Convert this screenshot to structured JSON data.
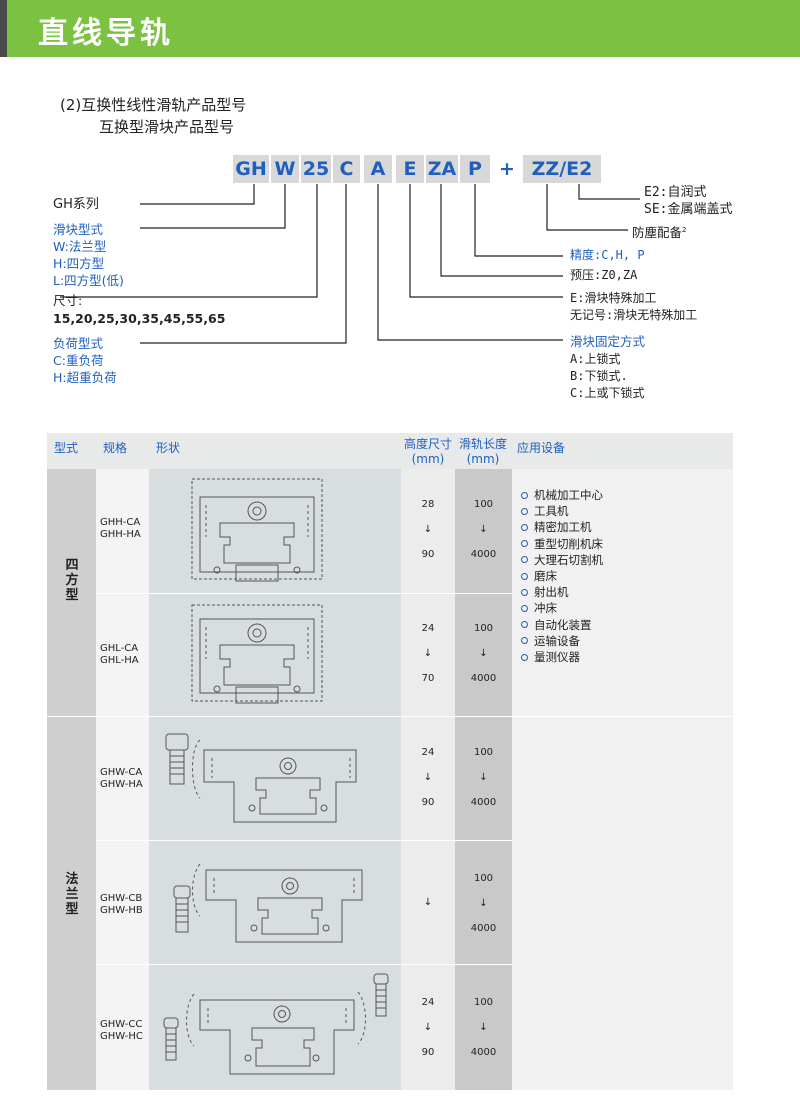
{
  "header": {
    "title": "直线导轨"
  },
  "subtitle": {
    "line1": "(2)互换性线性滑轨产品型号",
    "line2": "互换型滑块产品型号"
  },
  "code": {
    "gh": "GH",
    "w": "W",
    "size": "25",
    "c": "C",
    "a": "A",
    "e": "E",
    "za": "ZA",
    "p": "P",
    "plus": "+",
    "zz": "ZZ/E2"
  },
  "left_labels": {
    "series": "GH系列",
    "block_type_title": "滑块型式",
    "block_type_w": "W:法兰型",
    "block_type_h": "H:四方型",
    "block_type_l": "L:四方型(低)",
    "size_title": "尺寸:",
    "size_values": "15,20,25,30,35,45,55,65",
    "load_title": "负荷型式",
    "load_c": "C:重负荷",
    "load_h": "H:超重负荷"
  },
  "right_labels": {
    "e2": "E2:自润式",
    "se": "SE:金属端盖式",
    "dust": "防塵配备",
    "dust_sup": "2",
    "precision": "精度:C,H, P",
    "preload": "预压:Z0,ZA",
    "e_special": "E:滑块特殊加工",
    "no_mark": "无记号:滑块无特殊加工",
    "fix_title": "滑块固定方式",
    "fix_a": "A:上锁式",
    "fix_b": "B:下锁式.",
    "fix_c": "C:上或下锁式"
  },
  "table": {
    "headers": {
      "type": "型式",
      "spec": "规格",
      "shape": "形状",
      "height": "高度尺寸",
      "height_unit": "(mm)",
      "length": "滑轨长度",
      "length_unit": "(mm)",
      "app": "应用设备"
    },
    "groups": {
      "square": "四方型",
      "flange": "法兰型"
    },
    "rows": [
      {
        "spec1": "GHH-CA",
        "spec2": "GHH-HA",
        "h_top": "28",
        "arrow": "↓",
        "h_bot": "90",
        "l_top": "100",
        "l_arrow": "↓",
        "l_bot": "4000"
      },
      {
        "spec1": "GHL-CA",
        "spec2": "GHL-HA",
        "h_top": "24",
        "arrow": "↓",
        "h_bot": "70",
        "l_top": "100",
        "l_arrow": "↓",
        "l_bot": "4000"
      },
      {
        "spec1": "GHW-CA",
        "spec2": "GHW-HA",
        "h_top": "24",
        "arrow": "↓",
        "h_bot": "90",
        "l_top": "100",
        "l_arrow": "↓",
        "l_bot": "4000"
      },
      {
        "spec1": "GHW-CB",
        "spec2": "GHW-HB",
        "h_top": "",
        "arrow": "↓",
        "h_bot": "",
        "l_top": "100",
        "l_arrow": "↓",
        "l_bot": "4000"
      },
      {
        "spec1": "GHW-CC",
        "spec2": "GHW-HC",
        "h_top": "24",
        "arrow": "↓",
        "h_bot": "90",
        "l_top": "100",
        "l_arrow": "↓",
        "l_bot": "4000"
      }
    ],
    "applications": [
      "机械加工中心",
      "工具机",
      "精密加工机",
      "重型切削机床",
      "大理石切割机",
      "磨床",
      "射出机",
      "冲床",
      "自动化装置",
      "运输设备",
      "量测仪器"
    ]
  },
  "colors": {
    "header_green": "#7bc142",
    "accent_blue": "#1f5fbf"
  }
}
